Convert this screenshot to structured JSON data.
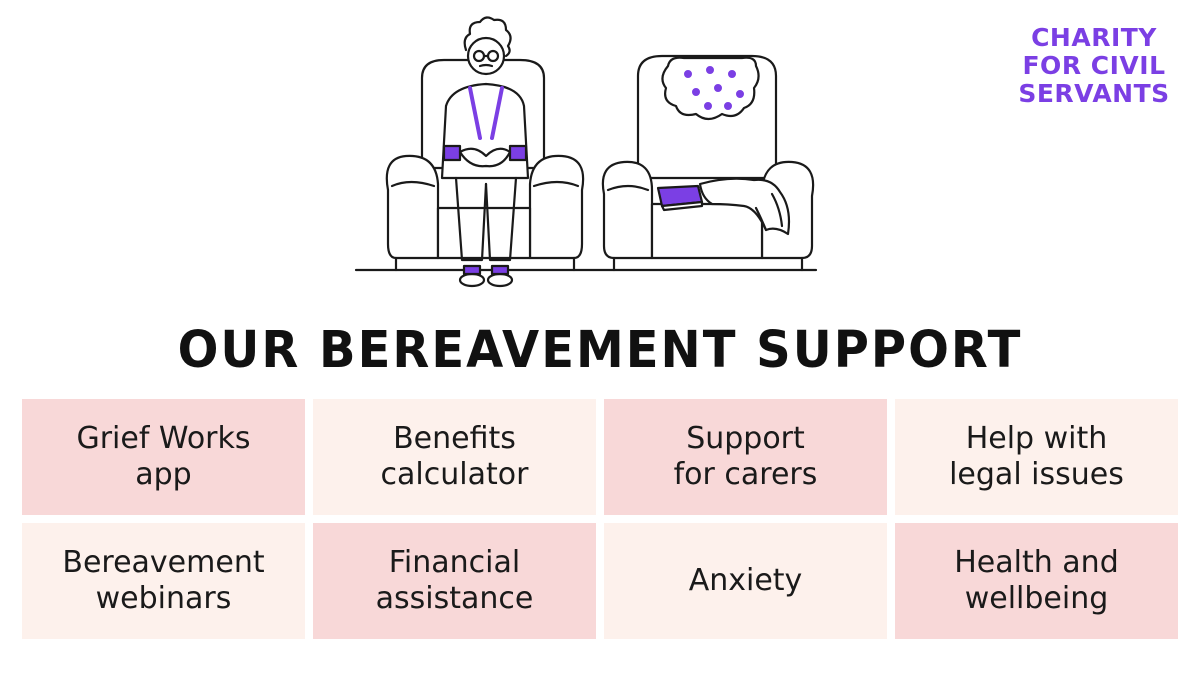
{
  "logo": {
    "lines": [
      "CHARITY",
      "FOR CIVIL",
      "SERVANTS"
    ]
  },
  "title": "OUR BEREAVEMENT SUPPORT",
  "tiles": [
    {
      "lines": [
        "Grief Works",
        "app"
      ]
    },
    {
      "lines": [
        "Benefits",
        "calculator"
      ]
    },
    {
      "lines": [
        "Support",
        "for carers"
      ]
    },
    {
      "lines": [
        "Help with",
        "legal issues"
      ]
    },
    {
      "lines": [
        "Bereavement",
        "webinars"
      ]
    },
    {
      "lines": [
        "Financial",
        "assistance"
      ]
    },
    {
      "lines": [
        "Anxiety"
      ]
    },
    {
      "lines": [
        "Health and",
        "wellbeing"
      ]
    }
  ],
  "colors": {
    "brand": "#7b3fe4",
    "tile_pink": "#f8d8d8",
    "tile_cream": "#fdf1ec",
    "title": "#111111"
  },
  "icons": [
    "elderly-person-in-armchair-illustration",
    "empty-armchair-illustration",
    "book-icon"
  ]
}
